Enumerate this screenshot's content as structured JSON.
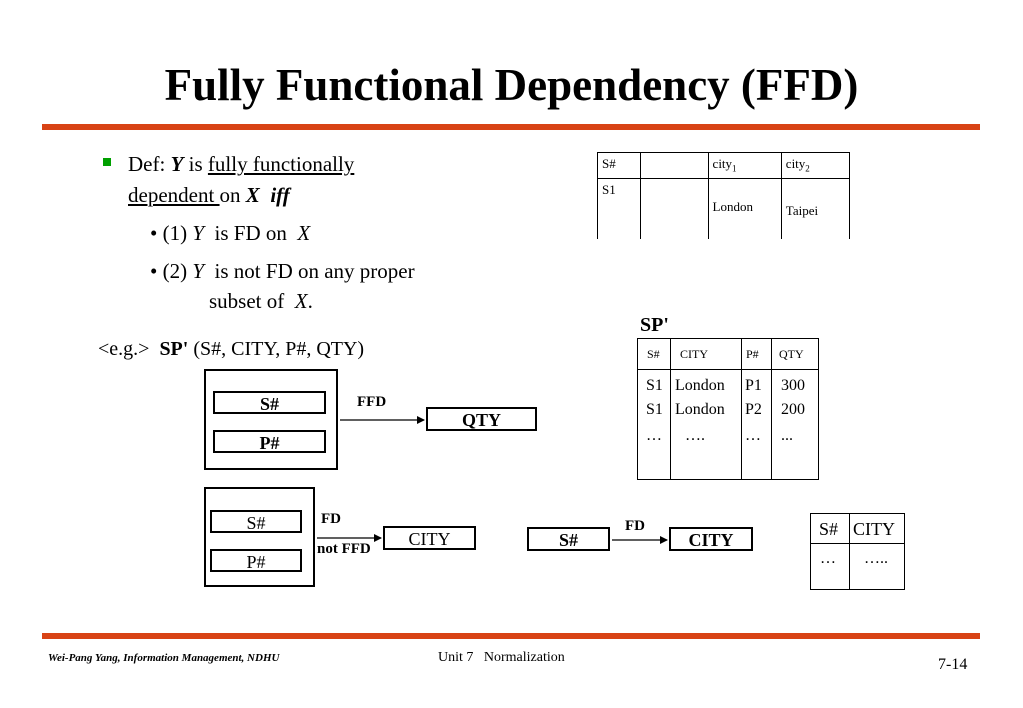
{
  "slide": {
    "title": "Fully Functional Dependency (FFD)",
    "def": {
      "prefix": "Def: ",
      "y": "Y",
      "is": " is ",
      "ffd_line1": "fully functionally",
      "ffd_line2": "dependent ",
      "on": "on ",
      "x": "X",
      "iff": "iff"
    },
    "cond1": {
      "num": "(1) ",
      "y": "Y",
      "text": "  is FD on  ",
      "x": "X"
    },
    "cond2": {
      "num": "(2) ",
      "y": "Y",
      "text": "  is not FD on any proper",
      "line2": "subset of  ",
      "x": "X",
      "end": "."
    },
    "example": {
      "prefix": "<e.g.>  ",
      "name": "SP'",
      "attrs": " (S#, CITY, P#, QTY)"
    }
  },
  "table_city": {
    "headers": [
      "S#",
      "",
      "city",
      "city"
    ],
    "subscripts": [
      "",
      "",
      "1",
      "2"
    ],
    "row": [
      "S1",
      "",
      "London",
      "Taipei"
    ]
  },
  "table_sp": {
    "title": "SP'",
    "headers": [
      "S#",
      "CITY",
      "P#",
      "QTY"
    ],
    "rows": [
      [
        "S1",
        "London",
        "P1",
        "300"
      ],
      [
        "S1",
        "London",
        "P2",
        "200"
      ],
      [
        "…",
        "….",
        "…",
        "..."
      ]
    ]
  },
  "diagram1": {
    "s": "S#",
    "p": "P#",
    "arrow_label": "FFD",
    "target": "QTY"
  },
  "diagram2": {
    "s": "S#",
    "p": "P#",
    "label_fd": "FD",
    "label_not": "not FFD",
    "target": "CITY"
  },
  "diagram3": {
    "s": "S#",
    "arrow_label": "FD",
    "target": "CITY"
  },
  "table_sc": {
    "headers": [
      "S#",
      "CITY"
    ],
    "row": [
      "…",
      "….."
    ]
  },
  "footer": {
    "author": "Wei-Pang Yang, Information Management, NDHU",
    "unit": "Unit 7   Normalization",
    "page": "7-14"
  },
  "colors": {
    "rule": "#d84315",
    "bullet": "#00a000"
  }
}
